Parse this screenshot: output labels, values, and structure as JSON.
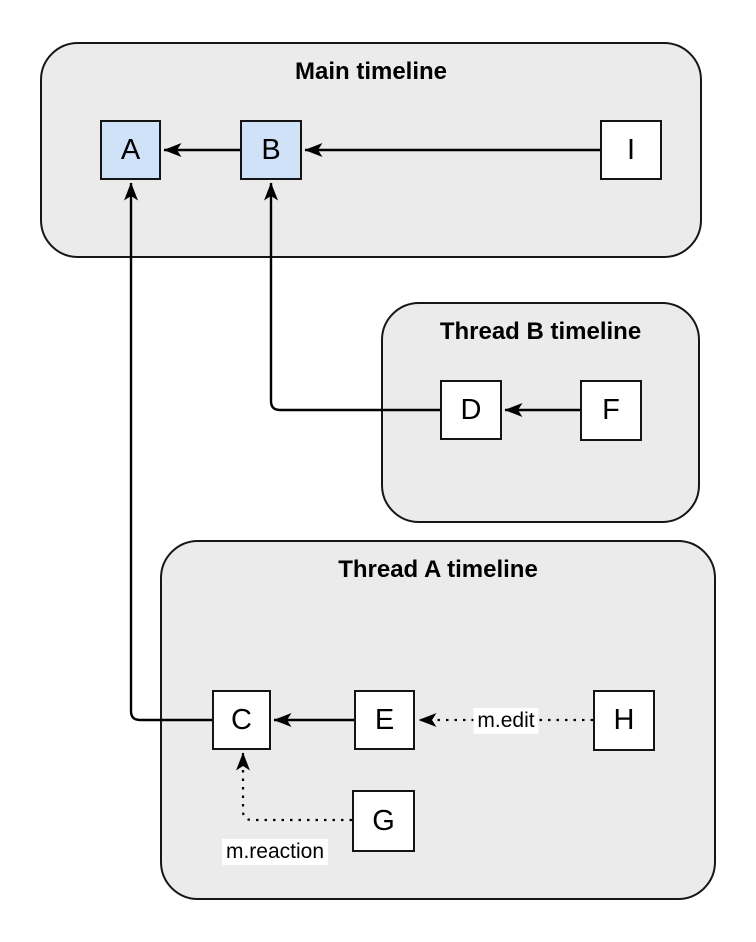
{
  "containers": {
    "main": {
      "title": "Main timeline"
    },
    "thread_b": {
      "title": "Thread B timeline"
    },
    "thread_a": {
      "title": "Thread A timeline"
    }
  },
  "nodes": {
    "a": {
      "label": "A"
    },
    "b": {
      "label": "B"
    },
    "i": {
      "label": "I"
    },
    "d": {
      "label": "D"
    },
    "f": {
      "label": "F"
    },
    "c": {
      "label": "C"
    },
    "e": {
      "label": "E"
    },
    "h": {
      "label": "H"
    },
    "g": {
      "label": "G"
    }
  },
  "edge_labels": {
    "edit": "m.edit",
    "reaction": "m.reaction"
  },
  "colors": {
    "container_fill": "#ebebeb",
    "container_stroke": "#161616",
    "node_fill": "#ffffff",
    "node_fill_highlight": "#cfe2f7",
    "node_stroke": "#141414",
    "edge_stroke": "#000000",
    "label_bg": "#ffffff",
    "text": "#000000"
  }
}
